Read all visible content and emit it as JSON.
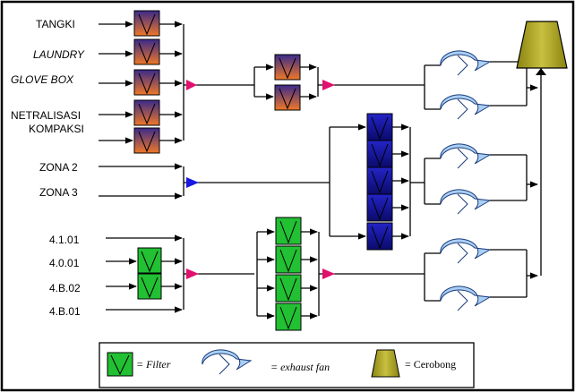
{
  "labels": {
    "tangki": "TANGKI",
    "laundry": "LAUNDRY",
    "glove_box": "GLOVE BOX",
    "netralisasi": "NETRALISASI",
    "kompaksi": "KOMPAKSI",
    "zona2": "ZONA 2",
    "zona3": "ZONA 3",
    "r4101": "4.1.01",
    "r4001": "4.0.01",
    "r4b02": "4.B.02",
    "r4b01": "4.B.01"
  },
  "legend": {
    "filter_label": "= Filter",
    "fan_label": "= exhaust fan",
    "cerobong_label": "= Cerobong"
  },
  "colors": {
    "filter_orange_top": "#3a2a8a",
    "filter_orange_bottom": "#f07828",
    "filter_blue_top": "#2020c0",
    "filter_blue_bottom": "#0a0a70",
    "filter_green": "#22c033",
    "fan_fill": "#a9cff5",
    "cerobong_fill": "#a8a020",
    "arrow_pink": "#e0106e",
    "arrow_blue": "#1818e0"
  }
}
